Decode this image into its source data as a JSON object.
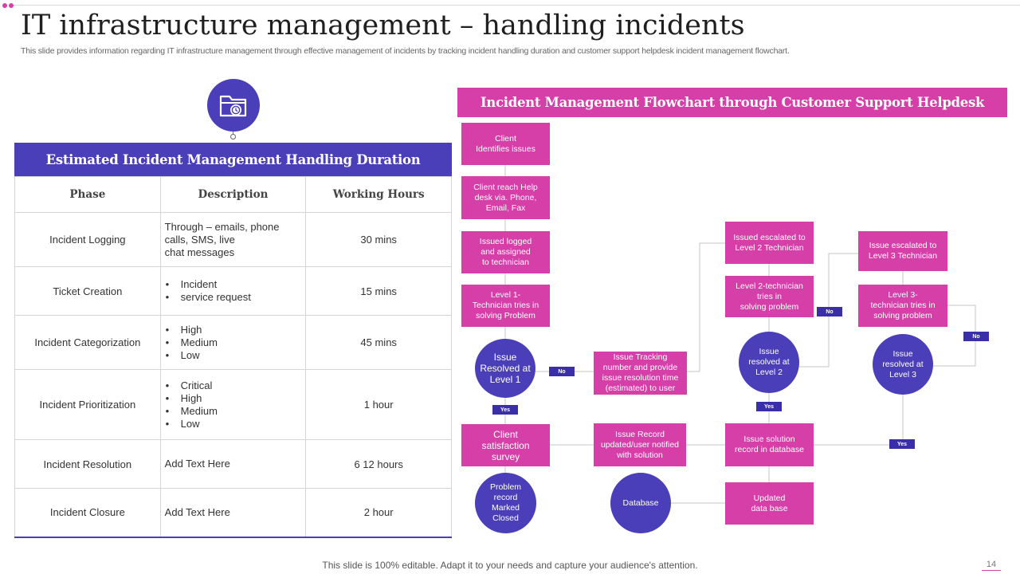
{
  "title": "IT infrastructure management – handling incidents",
  "subtitle": "This slide provides information regarding IT infrastructure management through effective management of incidents by tracking incident handling duration and customer support helpdesk incident management flowchart.",
  "icon": "folder-clock-icon",
  "colors": {
    "accent_purple": "#4a3fb8",
    "accent_pink": "#d63fa8"
  },
  "table": {
    "heading": "Estimated Incident Management Handling Duration",
    "columns": [
      "Phase",
      "Description",
      "Working Hours"
    ],
    "rows": [
      {
        "phase": "Incident Logging",
        "description": [
          "Through  – emails, phone",
          "calls, SMS, live",
          "chat messages"
        ],
        "hours": "30 mins"
      },
      {
        "phase": "Ticket Creation",
        "bullets": [
          "Incident",
          "service request"
        ],
        "hours": "15 mins"
      },
      {
        "phase": "Incident Categorization",
        "bullets": [
          "High",
          "Medium",
          "Low"
        ],
        "hours": "45 mins"
      },
      {
        "phase": "Incident Prioritization",
        "bullets": [
          "Critical",
          "High",
          "Medium",
          "Low"
        ],
        "hours": "1 hour"
      },
      {
        "phase": "Incident Resolution",
        "description": "Add Text Here",
        "hours": "6  12 hours"
      },
      {
        "phase": "Incident Closure",
        "description": "Add Text Here",
        "hours": "2 hour"
      }
    ]
  },
  "flowchart": {
    "heading": "Incident Management Flowchart through Customer Support Helpdesk",
    "client_identifies": [
      "Client",
      "Identifies issues"
    ],
    "client_reach": [
      "Client reach Help",
      "desk via. Phone,",
      "Email,  Fax"
    ],
    "issued_logged": [
      "Issued logged",
      "and assigned",
      "to technician"
    ],
    "level1_tries": [
      "Level 1-",
      "Technician tries in",
      "solving Problem"
    ],
    "resolved_l1": [
      "Issue",
      "Resolved at",
      "Level 1"
    ],
    "tracking": [
      "Issue Tracking",
      "number and provide",
      "issue resolution time",
      "(estimated) to user"
    ],
    "escalated_l2": [
      "Issued escalated to",
      "Level 2 Technician"
    ],
    "level2_tries": [
      "Level 2-technician",
      "tries in",
      "solving problem"
    ],
    "resolved_l2": [
      "Issue",
      "resolved at",
      "Level 2"
    ],
    "escalated_l3": [
      "Issue escalated to",
      "Level 3 Technician"
    ],
    "level3_tries": [
      "Level 3-",
      "technician tries in",
      "solving problem"
    ],
    "resolved_l3": [
      "Issue",
      "resolved at",
      "Level 3"
    ],
    "satisfaction": [
      "Client",
      "satisfaction",
      "survey"
    ],
    "record_updated": [
      "Issue Record",
      "updated/user notified",
      "with solution"
    ],
    "solution_record": [
      "Issue solution",
      "record in database"
    ],
    "problem_closed": [
      "Problem",
      "record",
      "Marked",
      "Closed"
    ],
    "database": [
      "Database"
    ],
    "updated_db": [
      "Updated",
      "data base"
    ],
    "labels": {
      "yes": "Yes",
      "no": "No"
    }
  },
  "footer": "This slide is 100% editable. Adapt it to your needs and capture your audience's attention.",
  "page_number": "14"
}
